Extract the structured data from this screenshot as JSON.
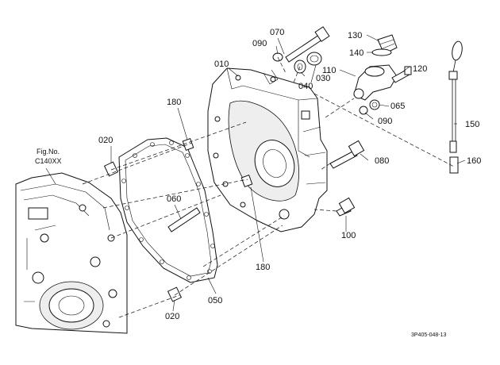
{
  "diagram": {
    "reference": {
      "line1": "Fig.No.",
      "line2": "C140XX"
    },
    "footer_code": "3P405-048-13",
    "parts": [
      {
        "id": "070"
      },
      {
        "id": "090"
      },
      {
        "id": "010"
      },
      {
        "id": "030"
      },
      {
        "id": "040"
      },
      {
        "id": "130"
      },
      {
        "id": "140"
      },
      {
        "id": "110"
      },
      {
        "id": "120"
      },
      {
        "id": "065"
      },
      {
        "id": "090"
      },
      {
        "id": "150"
      },
      {
        "id": "160"
      },
      {
        "id": "180"
      },
      {
        "id": "020"
      },
      {
        "id": "080"
      },
      {
        "id": "060"
      },
      {
        "id": "100"
      },
      {
        "id": "180"
      },
      {
        "id": "050"
      },
      {
        "id": "020"
      }
    ]
  }
}
